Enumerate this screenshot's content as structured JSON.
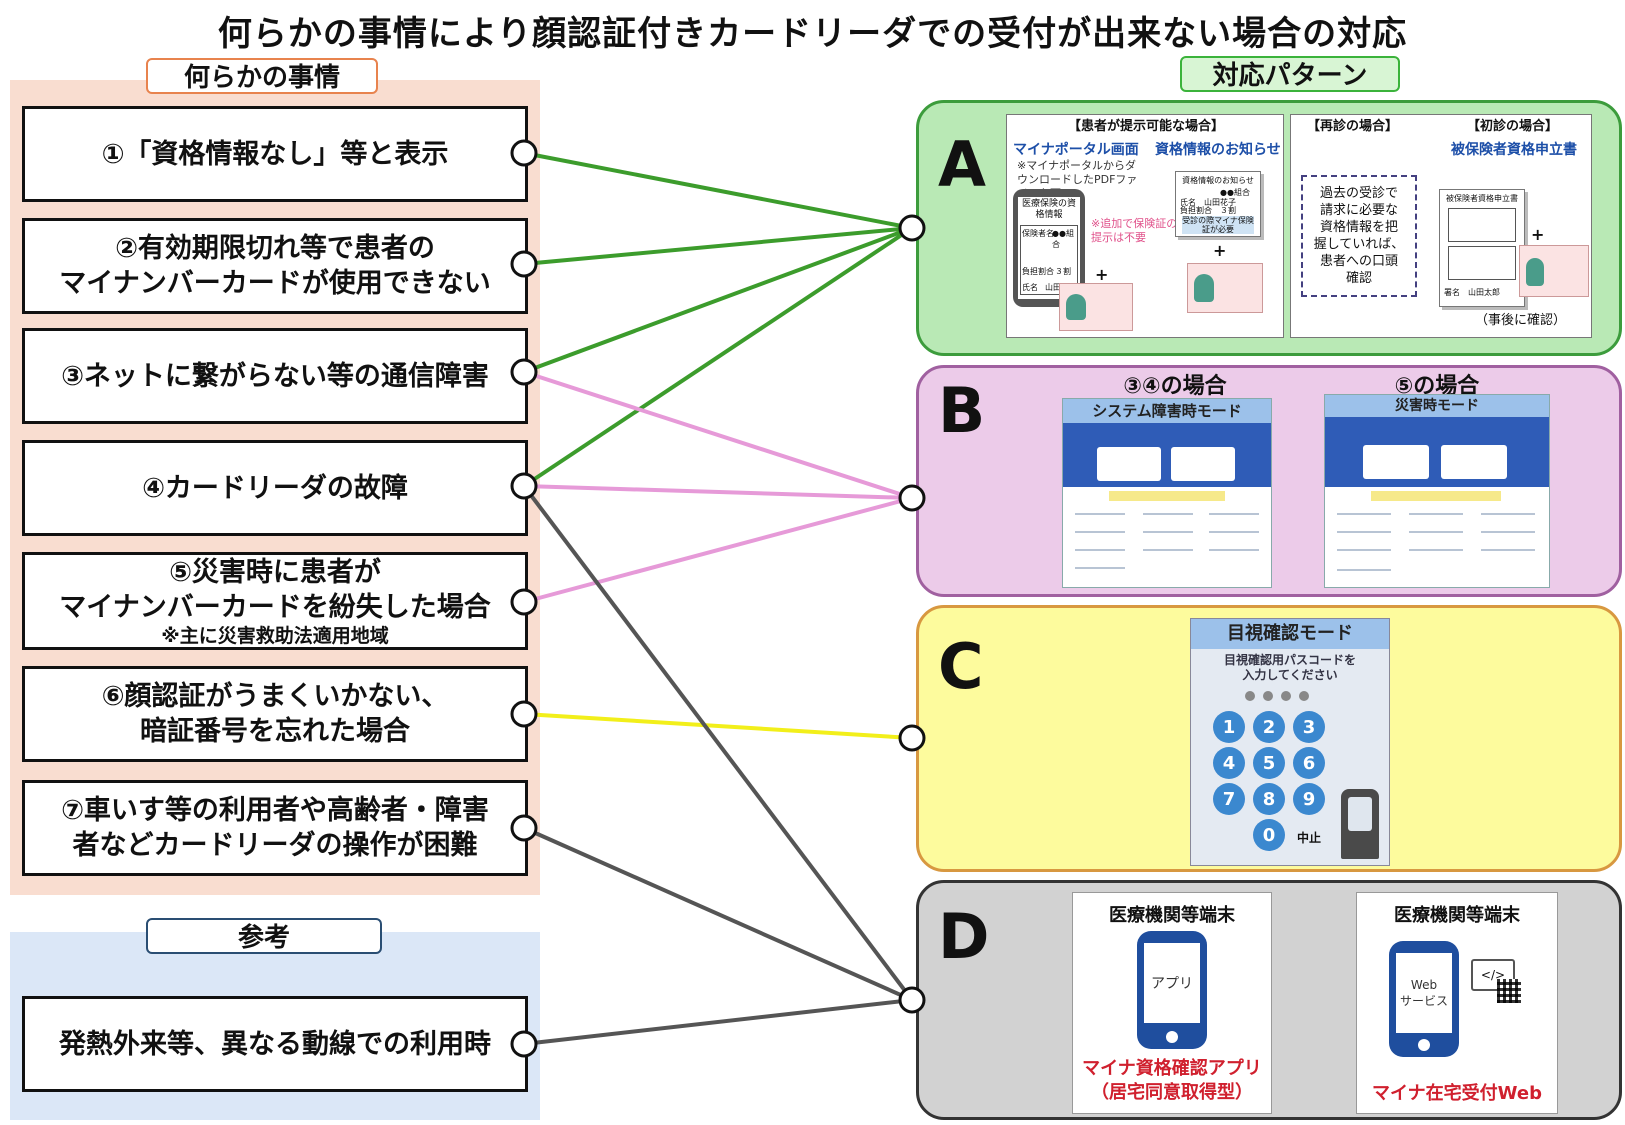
{
  "title": "何らかの事情により顔認証付きカードリーダでの受付が出来ない場合の対応",
  "headers": {
    "situation": "何らかの事情",
    "pattern": "対応パターン",
    "reference": "参考"
  },
  "cases": [
    {
      "lines": [
        "①「資格情報なし」等と表示"
      ],
      "note": ""
    },
    {
      "lines": [
        "②有効期限切れ等で患者の",
        "マイナンバーカードが使用できない"
      ],
      "note": ""
    },
    {
      "lines": [
        "③ネットに繋がらない等の通信障害"
      ],
      "note": ""
    },
    {
      "lines": [
        "④カードリーダの故障"
      ],
      "note": ""
    },
    {
      "lines": [
        "⑤災害時に患者が",
        "マイナンバーカードを紛失した場合"
      ],
      "note": "※主に災害救助法適用地域"
    },
    {
      "lines": [
        "⑥顔認証がうまくいかない、",
        "暗証番号を忘れた場合"
      ],
      "note": ""
    },
    {
      "lines": [
        "⑦車いす等の利用者や高齢者・障害",
        "者などカードリーダの操作が困難"
      ],
      "note": ""
    }
  ],
  "reference_case": "発熱外来等、異なる動線での利用時",
  "patterns": {
    "A": {
      "letter": "A",
      "group1_title": "【患者が提示可能な場合】",
      "portal_label": "マイナポータル画面",
      "notice_label": "資格情報のお知らせ",
      "portal_note": "※マイナポータルからダウンロードしたPDFファイルも可",
      "phone_title": "医療保険の資格情報",
      "phone_row1": [
        "保険者名",
        "●●組合"
      ],
      "phone_row2": [
        "負担割合",
        "３割"
      ],
      "phone_row3": [
        "氏名",
        "山田花子"
      ],
      "extra_note": "※追加で保険証の提示は不要",
      "notice_doc_title": "資格情報のお知らせ",
      "notice_doc_lines": [
        "●●組合",
        "氏名　山田花子",
        "負担割合　３割"
      ],
      "notice_doc_stamp": "受診の際マイナ保険証が必要",
      "revisit_title": "【再診の場合】",
      "revisit_text": [
        "過去の受診で",
        "請求に必要な",
        "資格情報を把",
        "握していれば、",
        "患者への口頭",
        "確認"
      ],
      "first_title": "【初診の場合】",
      "first_label": "被保険者資格申立書",
      "form_title": "被保険者資格申立書",
      "form_sign": "署名　山田太郎",
      "first_note": "（事後に確認）",
      "plus": "+"
    },
    "B": {
      "letter": "B",
      "case1_label": "③④の場合",
      "case1_screen": "システム障害時モード",
      "case2_label": "⑤の場合",
      "case2_screen": "災害時モード"
    },
    "C": {
      "letter": "C",
      "screen_title": "目視確認モード",
      "prompt": [
        "目視確認用パスコードを",
        "入力してください"
      ],
      "keys": [
        "1",
        "2",
        "3",
        "4",
        "5",
        "6",
        "7",
        "8",
        "9",
        "0"
      ],
      "cancel": "中止"
    },
    "D": {
      "letter": "D",
      "card1_title": "医療機関等端末",
      "card1_screen": "アプリ",
      "card1_caption": [
        "マイナ資格確認アプリ",
        "（居宅同意取得型）"
      ],
      "card2_title": "医療機関等端末",
      "card2_screen": [
        "Web",
        "サービス"
      ],
      "card2_caption": "マイナ在宅受付Web"
    }
  },
  "connectors": [
    {
      "from": "①",
      "to": "A",
      "color": "#3c9c2c"
    },
    {
      "from": "②",
      "to": "A",
      "color": "#3c9c2c"
    },
    {
      "from": "③",
      "to": "A",
      "color": "#3c9c2c"
    },
    {
      "from": "④",
      "to": "A",
      "color": "#3c9c2c"
    },
    {
      "from": "③",
      "to": "B",
      "color": "#e69ad8"
    },
    {
      "from": "④",
      "to": "B",
      "color": "#e69ad8"
    },
    {
      "from": "⑤",
      "to": "B",
      "color": "#e69ad8"
    },
    {
      "from": "⑥",
      "to": "C",
      "color": "#f2ef1a"
    },
    {
      "from": "④",
      "to": "D",
      "color": "#555555"
    },
    {
      "from": "⑦",
      "to": "D",
      "color": "#555555"
    },
    {
      "from": "参考",
      "to": "D",
      "color": "#555555"
    }
  ]
}
